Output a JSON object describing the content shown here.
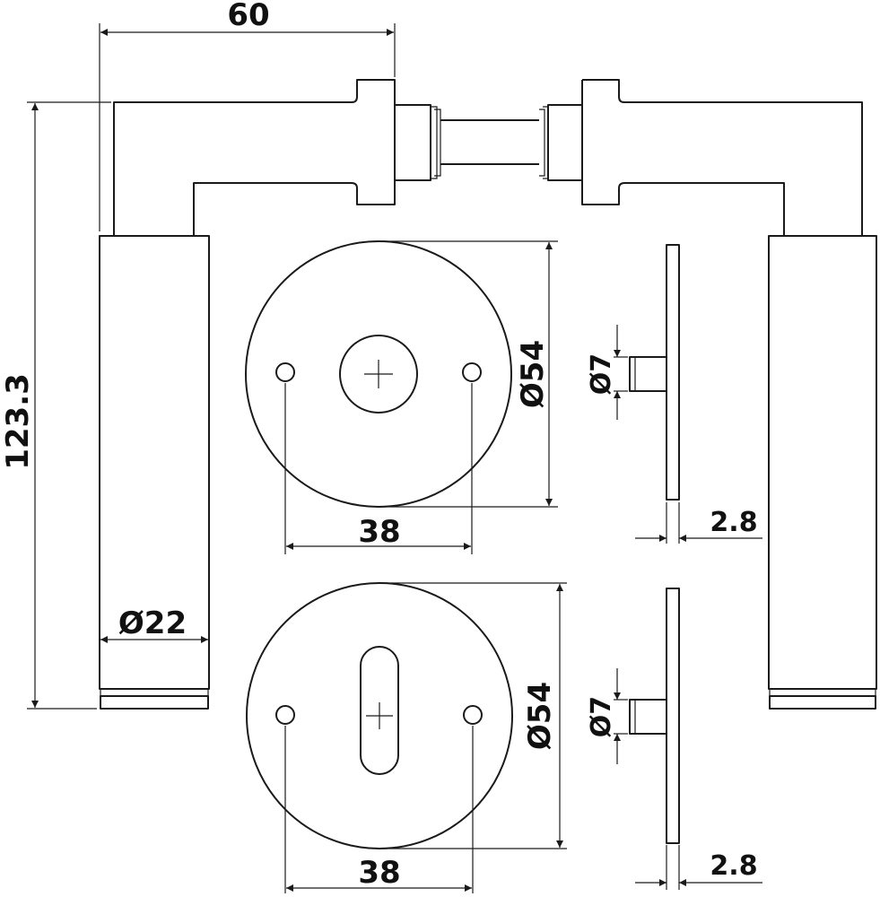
{
  "dimensions": {
    "handle_projection": "60",
    "handle_height": "123.3",
    "grip_diameter": "Ø22",
    "rose_upper_diameter": "Ø54",
    "rose_upper_hole_spacing": "38",
    "rose_lower_diameter": "Ø54",
    "rose_lower_hole_spacing": "38",
    "spindle_upper_diameter": "Ø7",
    "spindle_lower_diameter": "Ø7",
    "rose_upper_thickness": "2.8",
    "rose_lower_thickness": "2.8"
  },
  "colors": {
    "line": "#1a1a1a",
    "background": "#ffffff"
  }
}
